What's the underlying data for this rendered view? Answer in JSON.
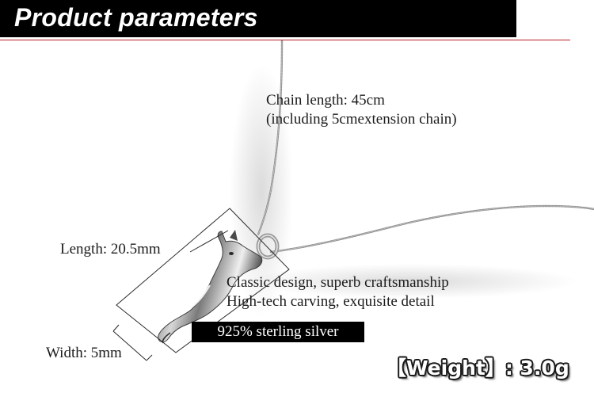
{
  "header": {
    "title": "Product parameters"
  },
  "annotations": {
    "chain_length": "Chain length: 45cm",
    "chain_extension": "(including 5cmextension chain)",
    "length": "Length:  20.5mm",
    "width": "Width:  5mm",
    "design": "Classic design, superb craftsmanship",
    "carving": "High-tech carving, exquisite detail",
    "material": "925% sterling silver",
    "weight": "【Weight】: 3.0g"
  },
  "colors": {
    "banner": "#000000",
    "rule": "#b81d22",
    "silver": "#9a9a9a"
  },
  "product": {
    "image": "cat-pendant-necklace"
  }
}
